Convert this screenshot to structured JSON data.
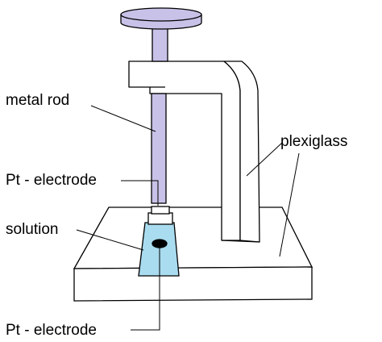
{
  "labels": {
    "metal_rod": "metal rod",
    "plexiglass": "plexiglass",
    "pt_electrode_top": "Pt - electrode",
    "solution": "solution",
    "pt_electrode_bottom": "Pt - electrode"
  },
  "colors": {
    "rod": "#c8c2e8",
    "solution": "#a9dcef",
    "outline": "#000000",
    "background": "#ffffff"
  }
}
